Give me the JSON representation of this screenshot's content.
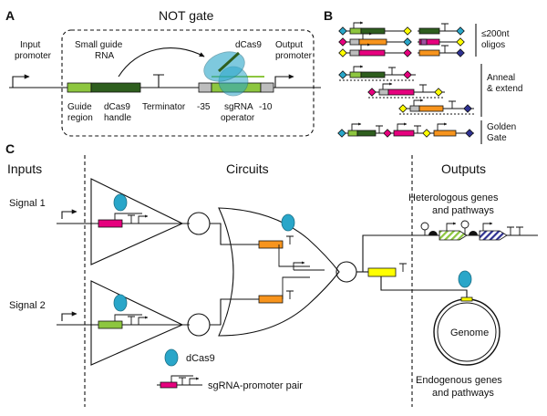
{
  "panels": {
    "a": "A",
    "b": "B",
    "c": "C"
  },
  "panel_a": {
    "title": "NOT gate",
    "input_promoter": [
      "Input",
      "promoter"
    ],
    "small_guide_rna": [
      "Small guide",
      "RNA"
    ],
    "dcas9": "dCas9",
    "output_promoter": [
      "Output",
      "promoter"
    ],
    "guide_region": [
      "Guide",
      "region"
    ],
    "dcas9_handle": [
      "dCas9",
      "handle"
    ],
    "terminator": "Terminator",
    "minus35": "-35",
    "sgrna_operator": [
      "sgRNA",
      "operator"
    ],
    "minus10": "-10"
  },
  "panel_b": {
    "oligos": [
      "≤200nt",
      "oligos"
    ],
    "anneal": [
      "Anneal",
      "& extend"
    ],
    "golden": [
      "Golden",
      "Gate"
    ]
  },
  "panel_c": {
    "inputs": "Inputs",
    "circuits": "Circuits",
    "outputs": "Outputs",
    "signal1": "Signal 1",
    "signal2": "Signal 2",
    "heterologous": [
      "Heterologous genes",
      "and pathways"
    ],
    "genome": "Genome",
    "endogenous": [
      "Endogenous genes",
      "and pathways"
    ],
    "legend_dcas9": "dCas9",
    "legend_pair": "sgRNA-promoter pair"
  },
  "colors": {
    "light_green": "#8dc63f",
    "dark_green": "#2e5e1e",
    "magenta": "#e6007e",
    "orange": "#f7941d",
    "yellow": "#ffff00",
    "dcas9": "#29a6c9",
    "purple": "#2e3192"
  }
}
